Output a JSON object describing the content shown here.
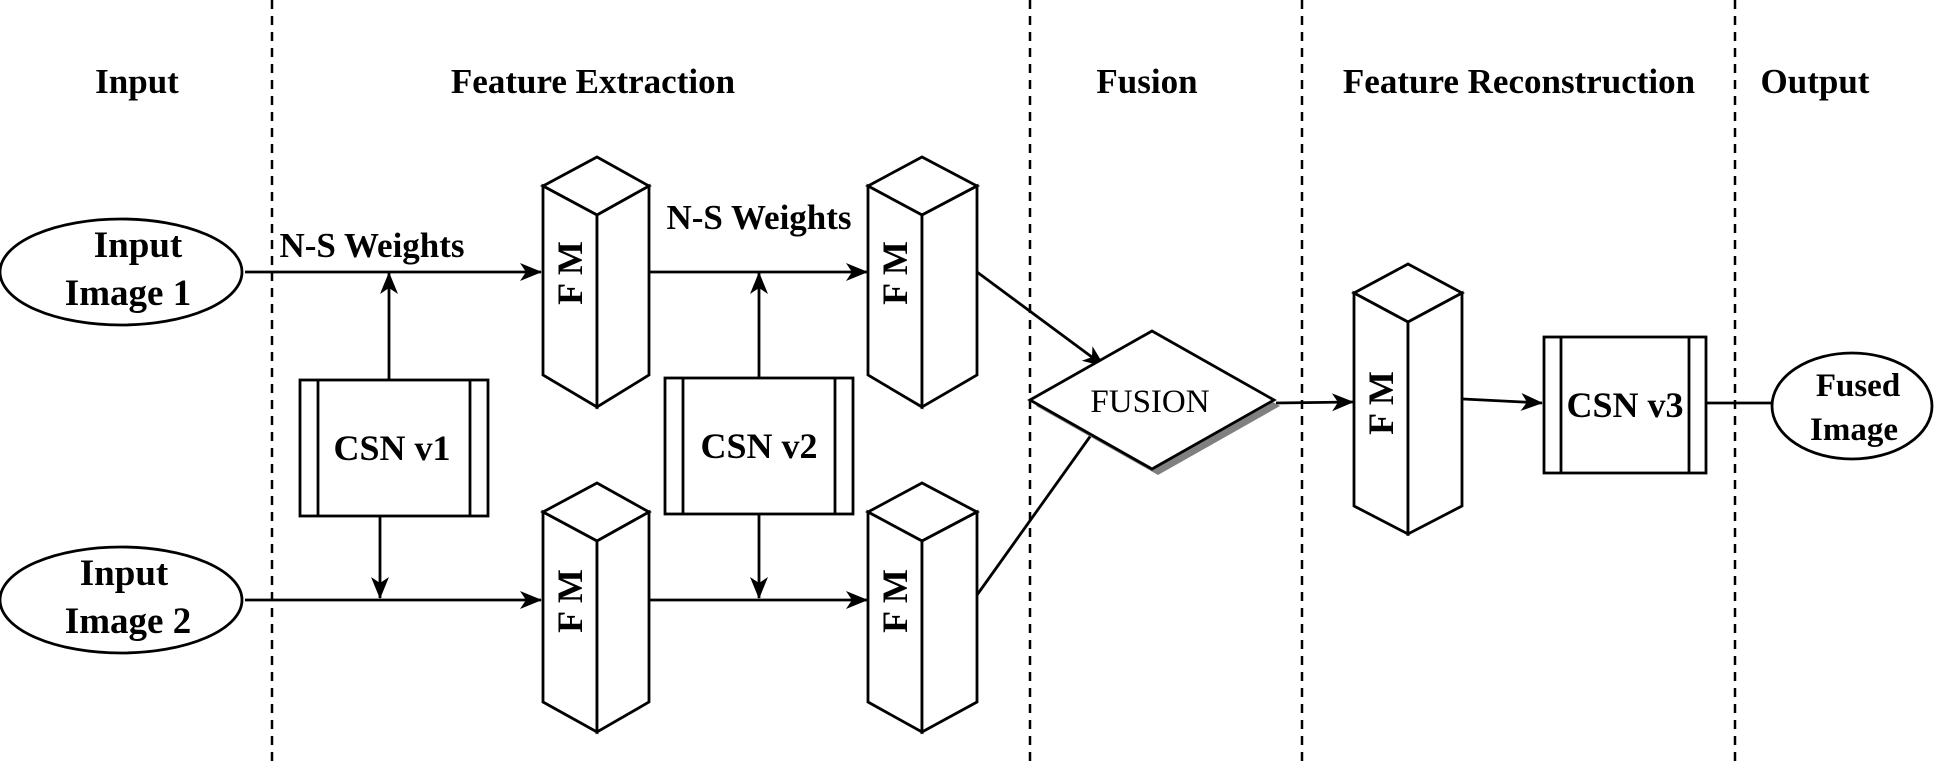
{
  "stages": {
    "input": "Input",
    "feature_extraction": "Feature Extraction",
    "fusion": "Fusion",
    "feature_reconstruction": "Feature Reconstruction",
    "output": "Output"
  },
  "inputs": {
    "image1": {
      "line1": "Input",
      "line2": "Image 1"
    },
    "image2": {
      "line1": "Input",
      "line2": "Image 2"
    }
  },
  "weights": {
    "first": "N-S Weights",
    "second": "N-S Weights"
  },
  "csn": {
    "v1": "CSN v1",
    "v2": "CSN v2",
    "v3": "CSN v3"
  },
  "feature_map_label": "F M",
  "fusion_node": "FUSION",
  "output": {
    "line1": "Fused",
    "line2": "Image"
  }
}
